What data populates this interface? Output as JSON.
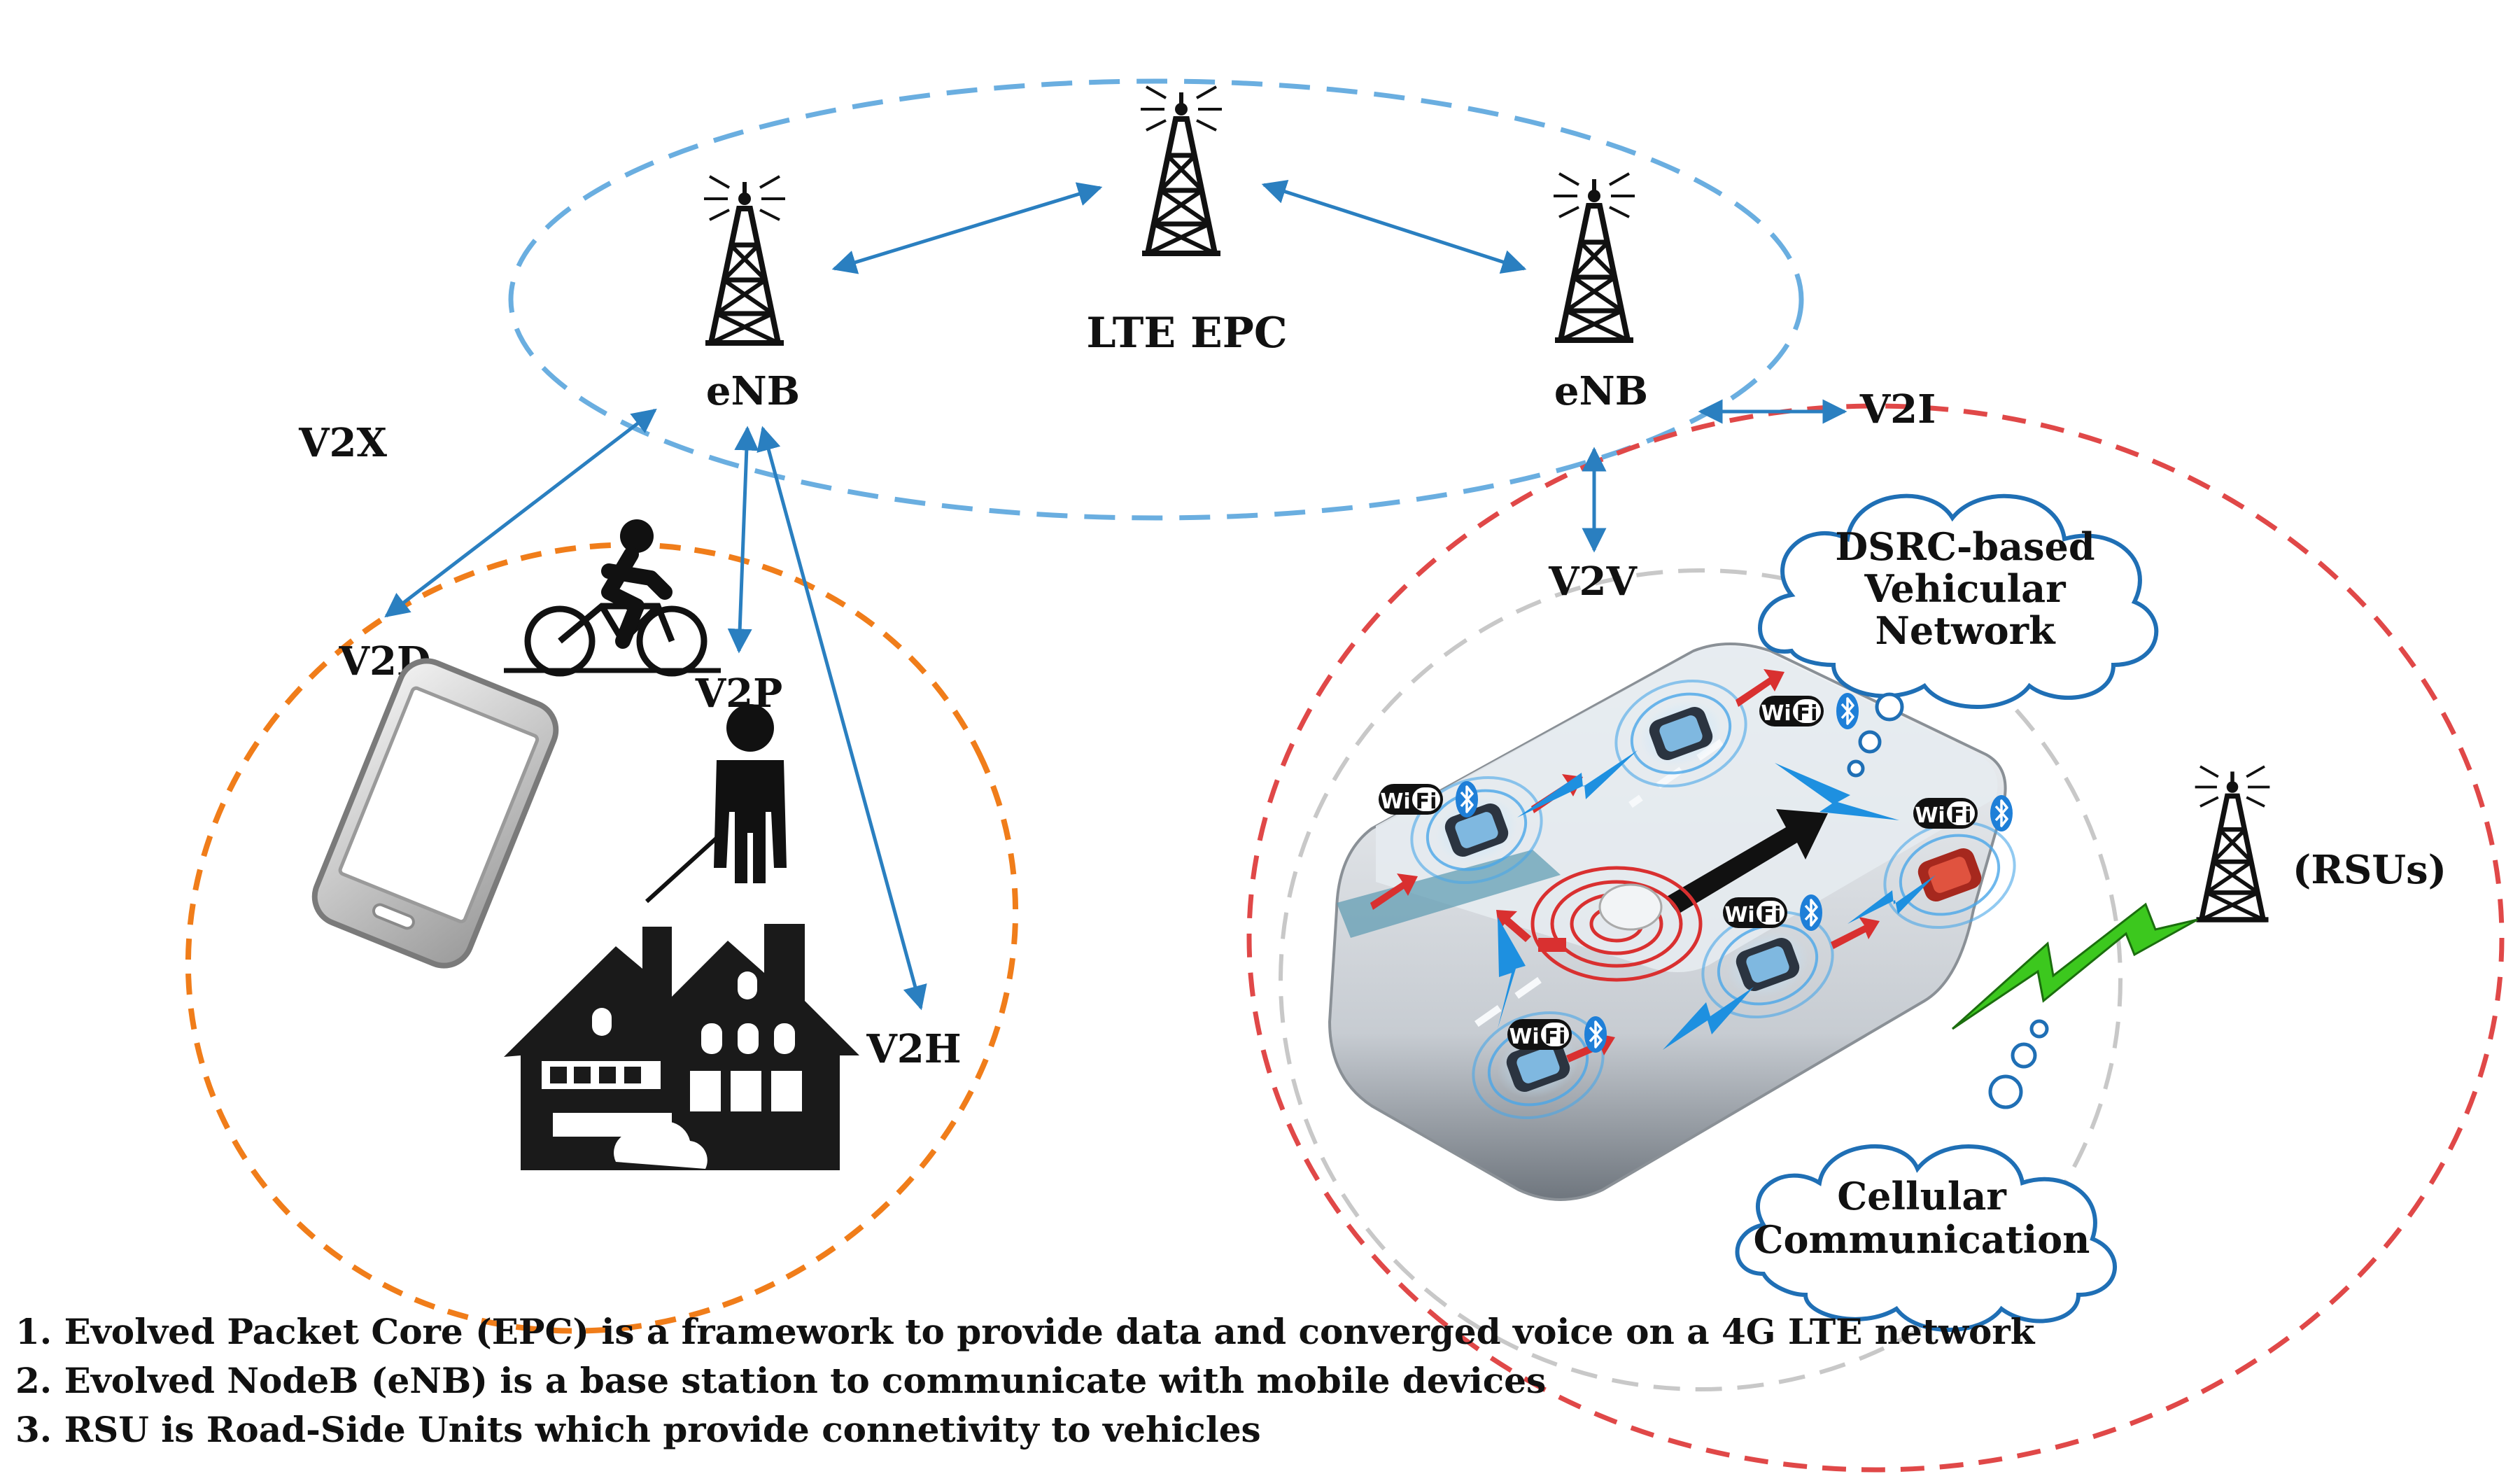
{
  "labels": {
    "lte_epc": "LTE EPC",
    "enb_left": "eNB",
    "enb_right": "eNB",
    "v2x": "V2X",
    "v2d": "V2D",
    "v2p": "V2P",
    "v2h": "V2H",
    "v2v": "V2V",
    "v2i": "V2I",
    "rsus": "(RSUs)"
  },
  "clouds": {
    "dsrc": [
      "DSRC-based",
      "Vehicular",
      "Network"
    ],
    "cellular": [
      "Cellular",
      "Communication"
    ]
  },
  "badges": {
    "wifi_left": "Wi",
    "wifi_right": "Fi"
  },
  "notes": [
    "1. Evolved Packet Core (EPC) is a framework to provide data and converged voice on a 4G LTE network",
    "2. Evolved NodeB (eNB) is a base station to communicate with mobile devices",
    "3. RSU is Road-Side Units which provide connetivity to vehicles"
  ],
  "colors": {
    "core_ellipse": "#6aaee0",
    "v2x_ellipse": "#f07d1a",
    "vehicular_ellipse": "#e04848",
    "inner_ellipse": "#c8c8c8",
    "arrows": "#2a7fc0",
    "lightning_blue": "#1e90e0",
    "lightning_green": "#3cc81e",
    "cloud_outline": "#1f6fb5"
  }
}
